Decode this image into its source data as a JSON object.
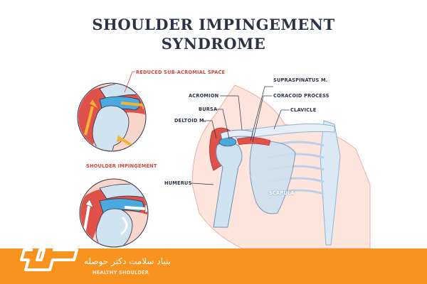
{
  "title": {
    "line1": "SHOULDER IMPINGEMENT",
    "line2": "SYNDROME"
  },
  "labels": {
    "reduced_space": "REDUCED SUB-ACROMIAL SPACE",
    "shoulder_impingement": "SHOULDER IMPINGEMENT",
    "healthy_shoulder": "HEALTHY SHOULDER",
    "supraspinatus": "SUPRASPINATUS M.",
    "acromion": "ACROMION",
    "coracoid": "CORACOID PROCESS",
    "bursa": "BURSA",
    "clavicle": "CLAVICLE",
    "deltoid": "DELTOID M.",
    "humerus": "HUMERUS",
    "scapula": "SCAPULA"
  },
  "banner": {
    "text": "بنیاد سلامت دکتر حوصله"
  },
  "colors": {
    "title": "#2b3346",
    "accent_red": "#d8453f",
    "bone_blue": "#cfe3f1",
    "bursa_blue": "#4aa9de",
    "muscle_red": "#e0514a",
    "arrow_yellow": "#f2b233",
    "banner_orange": "#f7931e",
    "skin": "#f9d5cb"
  }
}
